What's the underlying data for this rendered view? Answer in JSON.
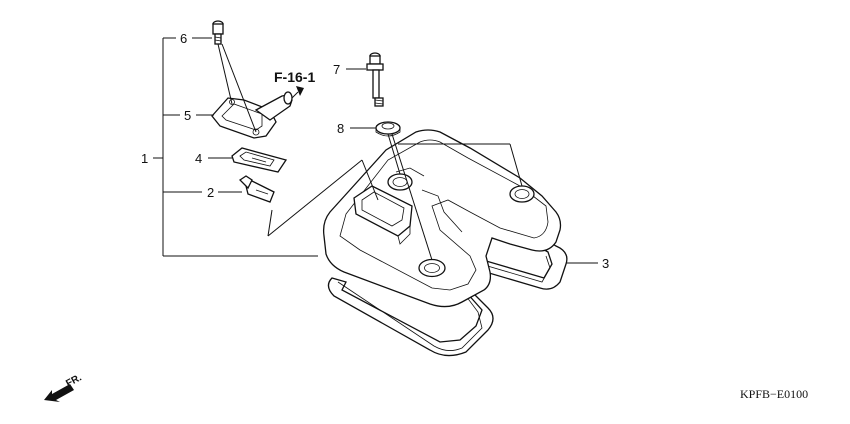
{
  "callouts": {
    "c1": "1",
    "c2": "2",
    "c3": "3",
    "c4": "4",
    "c5": "5",
    "c6": "6",
    "c7": "7",
    "c8": "8"
  },
  "reference": "F-16-1",
  "direction_label": "FR.",
  "diagram_code": "KPFB−E0100",
  "icons": {
    "front_arrow": "arrow-down-left-icon"
  }
}
